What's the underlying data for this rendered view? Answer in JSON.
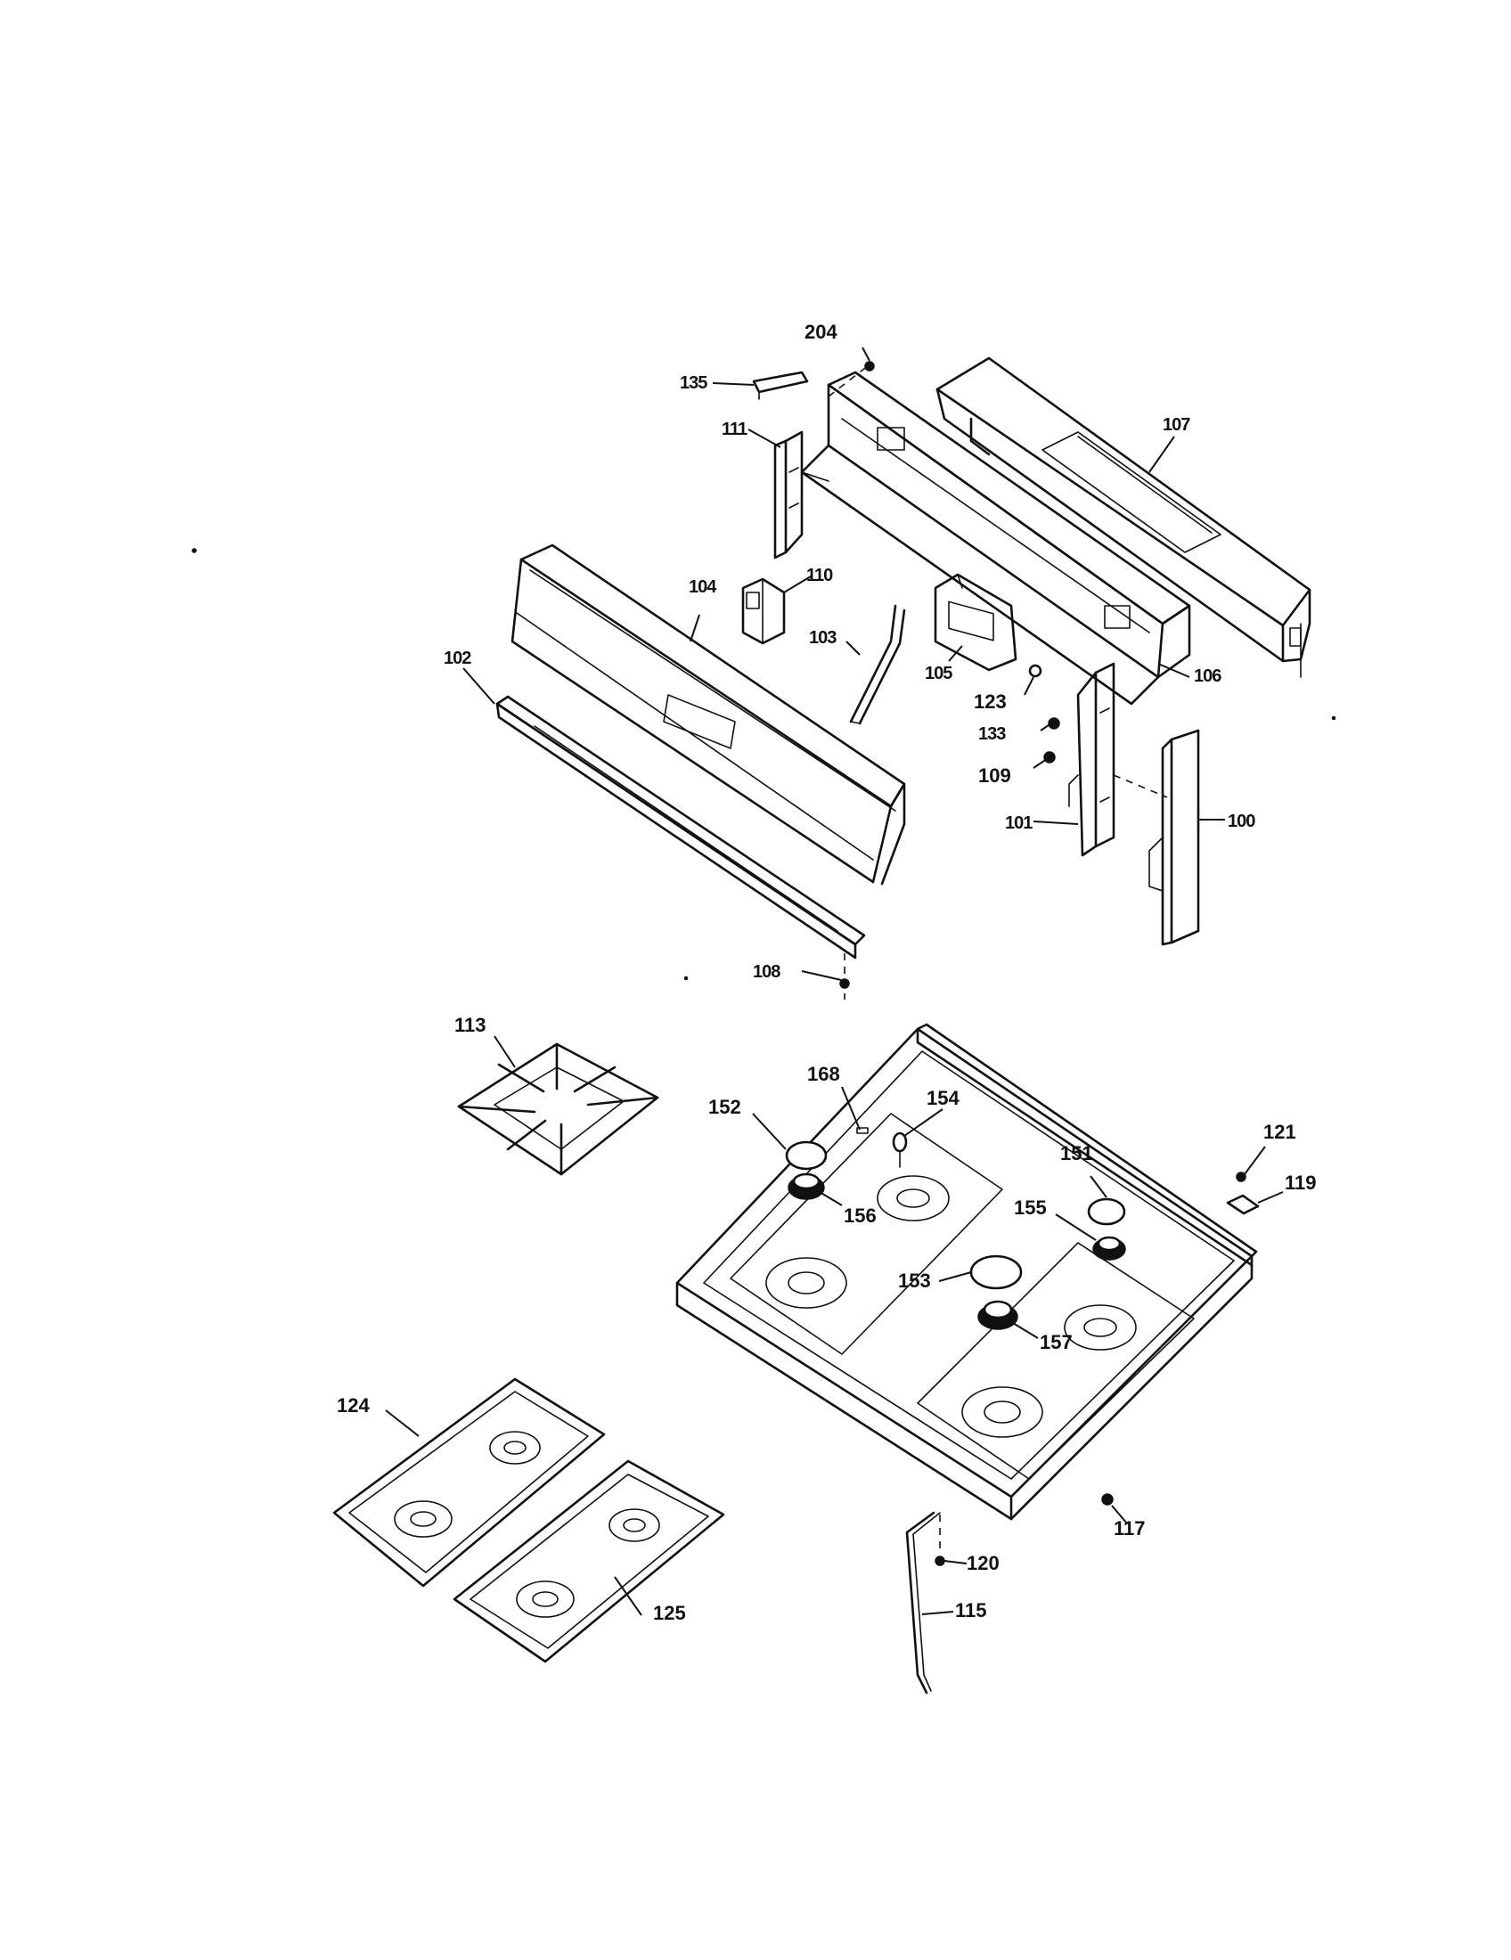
{
  "callouts": {
    "c204": "204",
    "c135": "135",
    "c111": "111",
    "c107": "107",
    "c110": "110",
    "c104": "104",
    "c103": "103",
    "c105": "105",
    "c106": "106",
    "c102": "102",
    "c123": "123",
    "c133": "133",
    "c109": "109",
    "c101": "101",
    "c100": "100",
    "c108": "108",
    "c113": "113",
    "c168": "168",
    "c152": "152",
    "c154": "154",
    "c151": "151",
    "c121": "121",
    "c119": "119",
    "c156": "156",
    "c155": "155",
    "c153": "153",
    "c157": "157",
    "c124": "124",
    "c125": "125",
    "c117": "117",
    "c120": "120",
    "c115": "115"
  }
}
